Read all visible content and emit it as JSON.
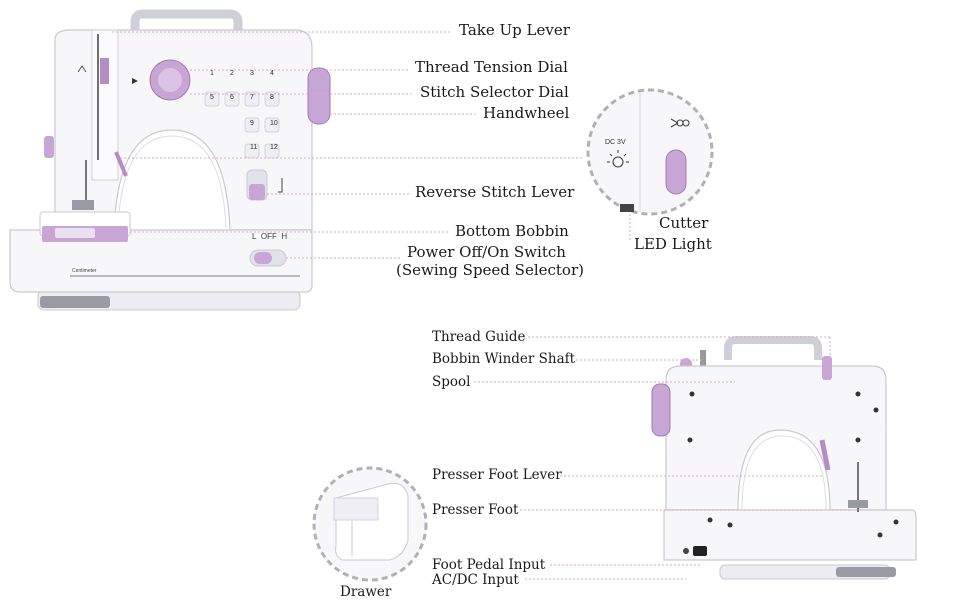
{
  "labels": {
    "take_up_lever": "Take Up Lever",
    "thread_tension_dial": "Thread Tension Dial",
    "stitch_selector_dial": "Stitch Selector Dial",
    "handwheel": "Handwheel",
    "reverse_stitch_lever": "Reverse Stitch Lever",
    "bottom_bobbin": "Bottom Bobbin",
    "power_switch_line1": "Power Off/On Switch",
    "power_switch_line2": "(Sewing Speed Selector)",
    "cutter": "Cutter",
    "led_light": "LED Light",
    "thread_guide": "Thread Guide",
    "bobbin_winder_shaft": "Bobbin Winder Shaft",
    "spool": "Spool",
    "presser_foot_lever": "Presser Foot Lever",
    "presser_foot": "Presser Foot",
    "foot_pedal_input": "Foot Pedal Input",
    "acdc_input": "AC/DC Input",
    "drawer": "Drawer"
  },
  "machine_markings": {
    "switch_low": "L",
    "switch_off": "OFF",
    "switch_high": "H",
    "ruler_label": "Centimeter",
    "led_label": "DC 3V",
    "stitch_numbers": [
      "1",
      "2",
      "3",
      "4",
      "5",
      "6",
      "7",
      "8",
      "9",
      "10",
      "11",
      "12"
    ]
  },
  "colors": {
    "accent": "#c7a6d6",
    "body": "#f7f7fa",
    "leader": "#e0a7c7"
  }
}
